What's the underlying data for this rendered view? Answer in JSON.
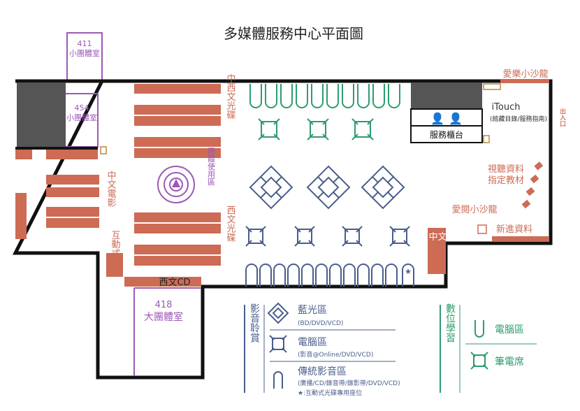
{
  "title": "多媒體服務中心平面圖",
  "rooms": {
    "r411_num": "411",
    "r411_name": "小團體室",
    "r454_num": "454",
    "r454_name": "小團體室",
    "r418_num": "418",
    "r418_name": "大團體室"
  },
  "areas": {
    "love_music": "愛樂小沙龍",
    "love_read": "愛閱小沙龍",
    "itouch": "iTouch",
    "itouch_sub": "(館藏目錄/服務指南)",
    "service_desk": "服務櫃台",
    "exit": "出入口",
    "assigned_line1": "視聽資料",
    "assigned_line2": "指定教材",
    "new_arrivals": "新進資料",
    "zh_cd": "中文CD",
    "west_cd": "西文CD",
    "zh_west_disc": "中西文光碟",
    "zh_movie": "中文電影",
    "west_disc": "西文光碟",
    "interactive_disc": "互動式光碟",
    "group_use": "團體使用區"
  },
  "legend": {
    "viewing_title": "影音聆賞",
    "bluray": "藍光區",
    "bluray_sub": "(BD/DVD/VCD)",
    "computer": "電腦區",
    "computer_sub": "(影音@Online/DVD/VCD)",
    "traditional": "傳統影音區",
    "traditional_sub": "(廣播/CD/錄音帶/錄影帶/DVD/VCD)",
    "star_note": "★:互動式光碟專用座位",
    "digital_title": "數位學習",
    "computer_zone": "電腦區",
    "laptop_zone": "筆電席"
  },
  "colors": {
    "shelf": "#cd6b55",
    "purple": "#9b59b6",
    "green": "#2e9c6e",
    "blue": "#4a5e8c",
    "dark": "#555555"
  }
}
